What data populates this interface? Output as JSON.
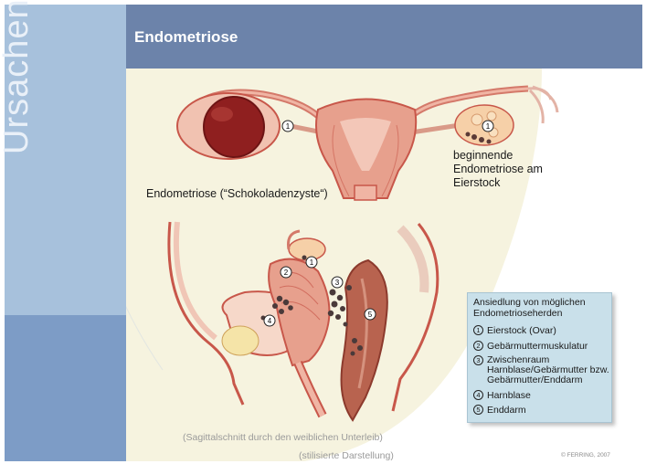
{
  "sidebar": {
    "title": "Ursachen"
  },
  "header": {
    "title": "Endometriose"
  },
  "labels": {
    "chocolate_cyst": "Endometriose (“Schokoladenzyste“)",
    "ovary_note": "beginnende Endometriose am Eierstock"
  },
  "markers": {
    "m1": "1",
    "m2": "2",
    "m3": "3",
    "m4": "4",
    "m5": "5"
  },
  "legend": {
    "title": "Ansiedlung von möglichen Endometrioseherden",
    "items": [
      {
        "num": "1",
        "text": "Eierstock (Ovar)"
      },
      {
        "num": "2",
        "text": "Gebärmuttermuskulatur"
      },
      {
        "num": "3",
        "text": "Zwischenraum Harnblase/Gebärmutter bzw. Gebärmutter/Enddarm"
      },
      {
        "num": "4",
        "text": "Harnblase"
      },
      {
        "num": "5",
        "text": "Enddarm"
      }
    ]
  },
  "captions": {
    "line1": "(Sagittalschnitt durch den weiblichen Unterleib)",
    "line2": "(stilisierte Darstellung)"
  },
  "copyright": "© FERRING, 2007",
  "colors": {
    "header": "#6c83aa",
    "sidebar_light": "#a7c1dc",
    "sidebar_dark": "#7d9cc6",
    "beige_panel": "#f6f3df",
    "tissue": "#e7a08d",
    "tissue_dark": "#c8574a",
    "legend_bg": "#c9e0ea"
  }
}
